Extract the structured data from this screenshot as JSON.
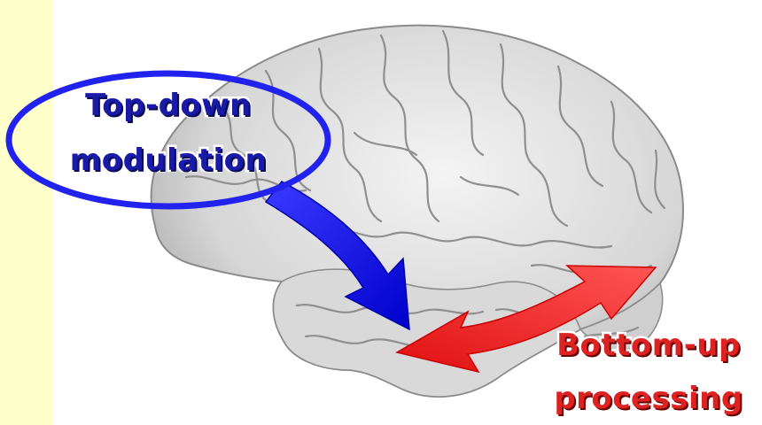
{
  "labels": {
    "top_down": [
      "Top-down",
      "modulation"
    ],
    "bottom_up": [
      "Bottom-up",
      "processing"
    ]
  },
  "colors": {
    "background": "#ffffcc",
    "top_down": "#1a1aa8",
    "bottom_up": "#dd2222",
    "ellipse": "#2222ee",
    "brain": "#e8e8e8"
  }
}
